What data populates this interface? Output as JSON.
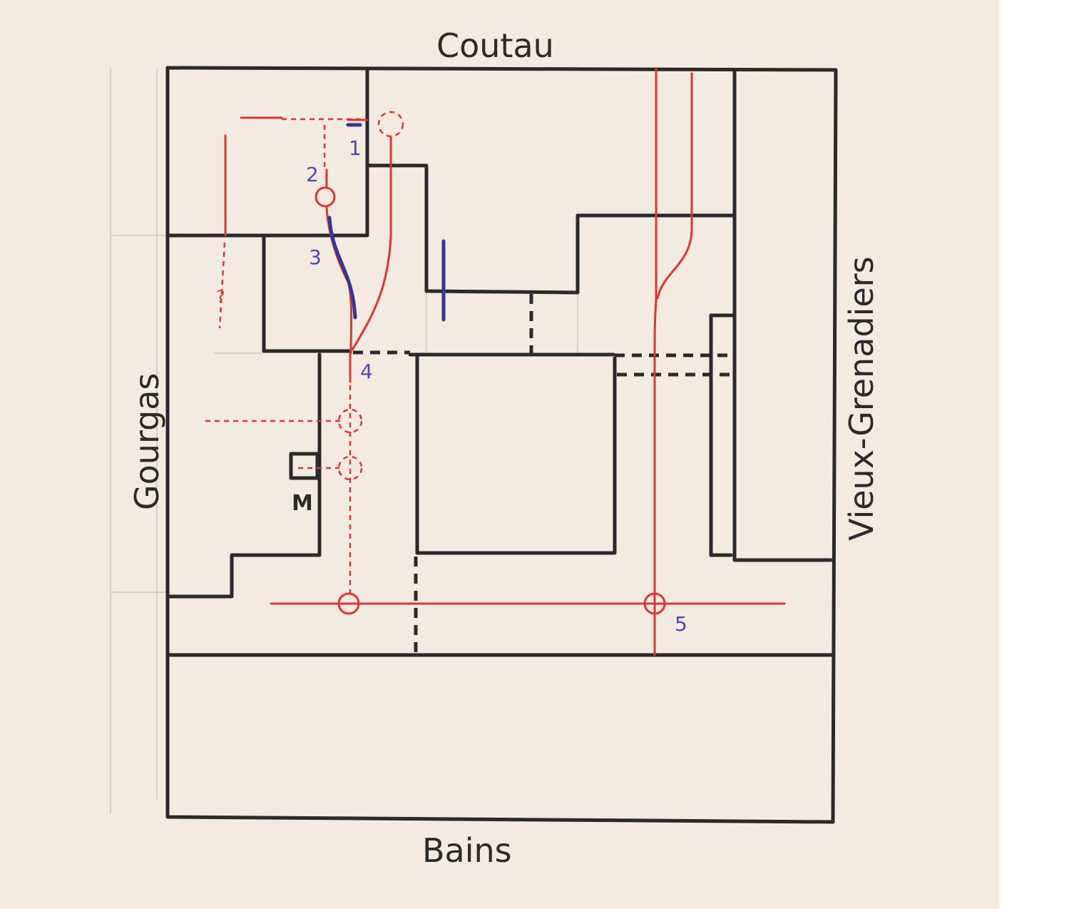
{
  "streets": {
    "top": "Coutau",
    "bottom": "Bains",
    "left": "Gourgas",
    "right": "Vieux-Grenadiers"
  },
  "markers": {
    "p1": "1",
    "p2": "2",
    "p3": "3",
    "p4": "4",
    "p5": "5",
    "unknown": "?",
    "m": "M"
  },
  "colors": {
    "paper": "#f4ebe0",
    "ink_black": "#2a2a2a",
    "ink_red": "#e03434",
    "ink_blue": "#35359a"
  }
}
